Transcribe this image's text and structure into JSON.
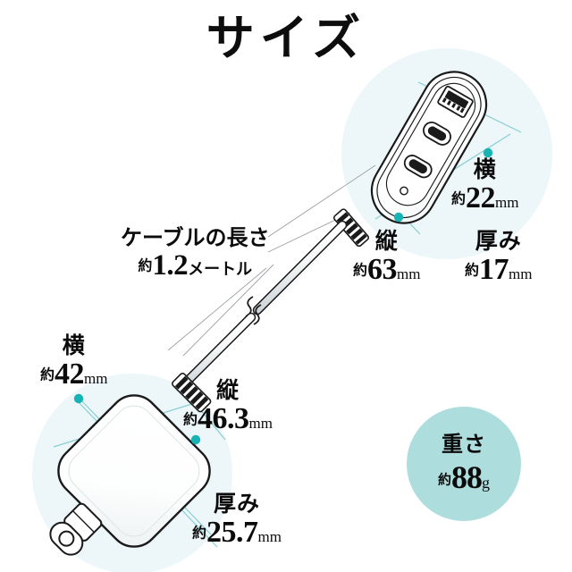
{
  "page": {
    "title": "サイズ",
    "background_color": "#ffffff"
  },
  "colors": {
    "accent_dot": "#17b3b5",
    "accent_line": "#86cfd3",
    "badge_fill": "#aeddde",
    "halo_fill": "#edf6f8",
    "outline": "#1a1a1a",
    "leader_line": "#9aa0a4",
    "text": "#0b0b0b"
  },
  "measurements": {
    "cable_length": {
      "label": "ケーブルの長さ",
      "approx": "約",
      "value": "1.2",
      "unit": "メートル"
    },
    "hub_width": {
      "label": "横",
      "approx": "約",
      "value": "22",
      "unit": "mm"
    },
    "hub_length": {
      "label": "縦",
      "approx": "約",
      "value": "63",
      "unit": "mm"
    },
    "hub_thickness": {
      "label": "厚み",
      "approx": "約",
      "value": "17",
      "unit": "mm"
    },
    "adapter_width": {
      "label": "横",
      "approx": "約",
      "value": "42",
      "unit": "mm"
    },
    "adapter_length": {
      "label": "縦",
      "approx": "約",
      "value": "46.3",
      "unit": "mm"
    },
    "adapter_thickness": {
      "label": "厚み",
      "approx": "約",
      "value": "25.7",
      "unit": "mm"
    },
    "weight": {
      "label": "重さ",
      "approx": "約",
      "value": "88",
      "unit": "g"
    }
  },
  "illustration": {
    "hub": {
      "name": "usb-hub-illustration",
      "ports": [
        "usb-a-port",
        "usb-c-port",
        "usb-c-port"
      ],
      "indicator": "led-indicator-dot"
    },
    "adapter": {
      "name": "ac-adapter-illustration",
      "features": [
        "rounded-square-body",
        "plug-prongs",
        "cable-strain-relief"
      ]
    },
    "cable": {
      "name": "power-cable-illustration",
      "features": [
        "cable-break-symbol",
        "strain-relief-ribs"
      ]
    }
  }
}
